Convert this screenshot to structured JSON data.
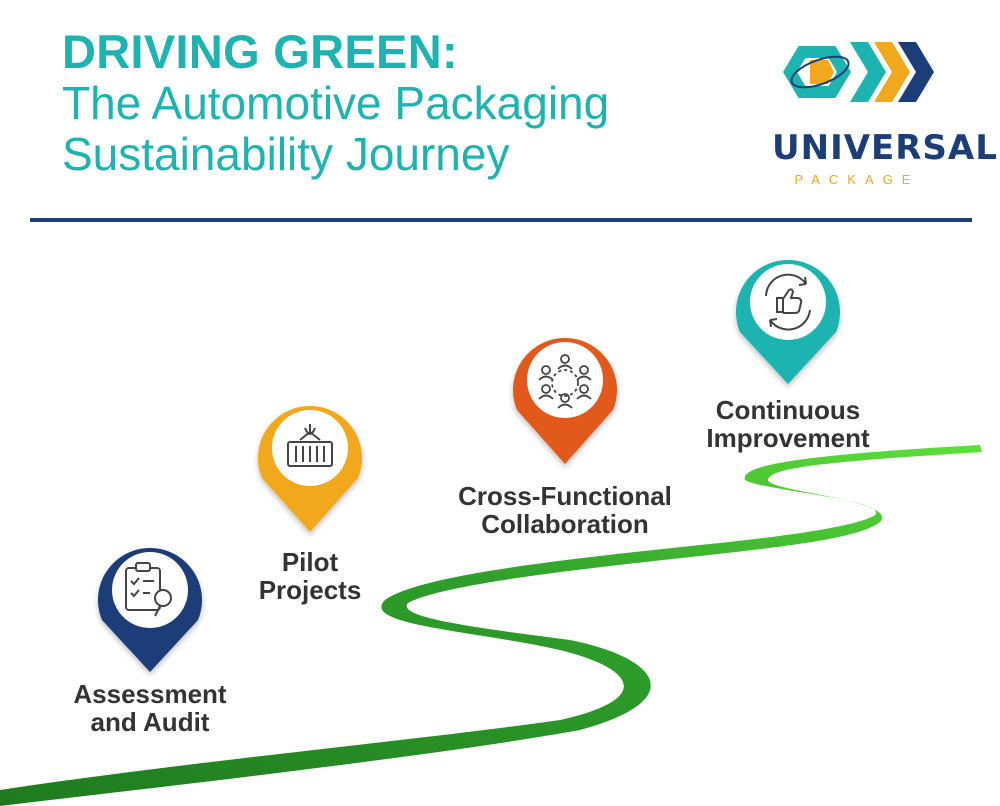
{
  "header": {
    "title": "DRIVING GREEN:",
    "subtitle_line1": "The Automotive Packaging",
    "subtitle_line2": "Sustainability Journey"
  },
  "logo": {
    "name": "UNIVERSAL",
    "subtitle": "PACKAGE",
    "colors": [
      "#1db3b0",
      "#f2a81d",
      "#1b3e78"
    ]
  },
  "steps": [
    {
      "label_line1": "Assessment",
      "label_line2": "and Audit",
      "icon": "clipboard-search-icon",
      "color": "#1b3e78"
    },
    {
      "label_line1": "Pilot",
      "label_line2": "Projects",
      "icon": "crane-container-icon",
      "color": "#f2a81d"
    },
    {
      "label_line1": "Cross-Functional",
      "label_line2": "Collaboration",
      "icon": "team-circle-icon",
      "color": "#e15a1f"
    },
    {
      "label_line1": "Continuous",
      "label_line2": "Improvement",
      "icon": "thumbs-up-cycle-icon",
      "color": "#1db3b0"
    }
  ],
  "road": {
    "color_start": "#1f7a1f",
    "color_end": "#5ee03a"
  }
}
